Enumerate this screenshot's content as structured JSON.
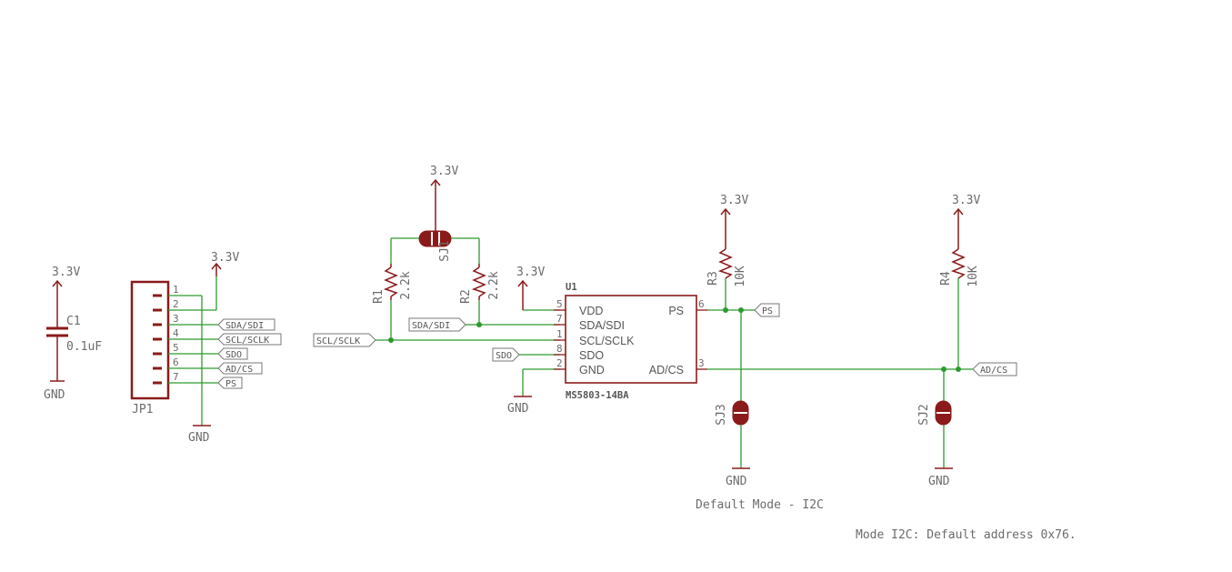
{
  "power": {
    "vcc": "3.3V",
    "gnd": "GND"
  },
  "capacitor": {
    "ref": "C1",
    "value": "0.1uF"
  },
  "connector": {
    "ref": "JP1",
    "pins": [
      "1",
      "2",
      "3",
      "4",
      "5",
      "6",
      "7"
    ],
    "signals": [
      "SDA/SDI",
      "SCL/SCLK",
      "SDO",
      "AD/CS",
      "PS"
    ]
  },
  "jumpers": {
    "sj1": "SJ1",
    "sj2": "SJ2",
    "sj3": "SJ3"
  },
  "resistors": {
    "r1": {
      "ref": "R1",
      "value": "2.2k"
    },
    "r2": {
      "ref": "R2",
      "value": "2.2k"
    },
    "r3": {
      "ref": "R3",
      "value": "10K"
    },
    "r4": {
      "ref": "R4",
      "value": "10K"
    }
  },
  "ic": {
    "ref": "U1",
    "part": "MS5803-14BA",
    "pins_left": [
      {
        "num": "5",
        "name": "VDD"
      },
      {
        "num": "7",
        "name": "SDA/SDI"
      },
      {
        "num": "1",
        "name": "SCL/SCLK"
      },
      {
        "num": "8",
        "name": "SDO"
      },
      {
        "num": "2",
        "name": "GND"
      }
    ],
    "pins_right": [
      {
        "num": "6",
        "name": "PS"
      },
      {
        "num": "3",
        "name": "AD/CS"
      }
    ]
  },
  "net_labels": {
    "scl": "SCL/SCLK",
    "sda": "SDA/SDI",
    "sdo": "SDO",
    "ps": "PS",
    "adcs": "AD/CS"
  },
  "notes": {
    "default_mode": "Default Mode - I2C",
    "address": "Mode I2C: Default address 0x76."
  }
}
